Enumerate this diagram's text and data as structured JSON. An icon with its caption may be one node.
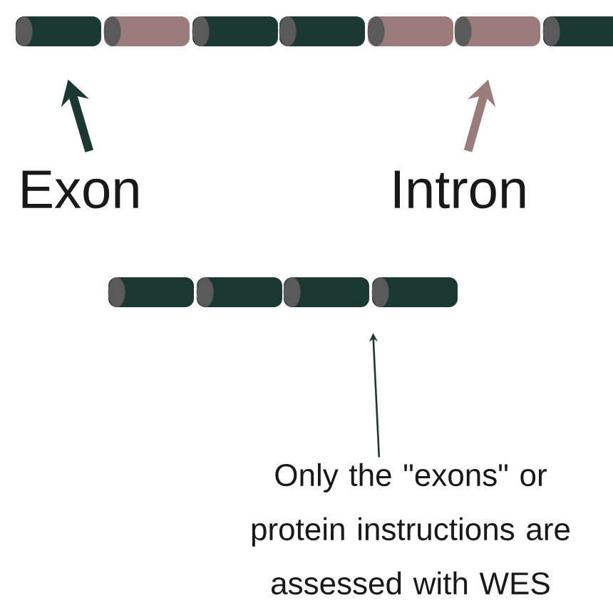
{
  "diagram": {
    "nodes": [
      {
        "text": [
          "Exon"
        ]
      },
      {
        "text": [
          "Intron"
        ]
      },
      {
        "text": [],
        "shape": "cylinder"
      },
      {
        "text": [],
        "shape": "cylinder"
      },
      {
        "text": [],
        "shape": "cylinder"
      },
      {
        "text": [],
        "shape": "cylinder"
      },
      {
        "text": [],
        "shape": "cylinder"
      },
      {
        "text": [],
        "shape": "cylinder"
      },
      {
        "text": [],
        "shape": "cylinder"
      },
      {
        "text": [],
        "shape": "cylinder"
      },
      {
        "text": [],
        "shape": "cylinder"
      },
      {
        "text": [],
        "shape": "cylinder"
      },
      {
        "text": [],
        "shape": "cylinder"
      },
      {
        "text": [
          "Only the \"exons\" or protein instructions are assessed with WES"
        ]
      }
    ],
    "edges": [
      {
        "from": 0,
        "to": 2,
        "arrow": "to"
      },
      {
        "from": 1,
        "to": 7,
        "arrow": "to",
        "color": "#9c7b7b"
      },
      {
        "from": 13,
        "to": 12,
        "arrow": "to"
      }
    ]
  }
}
